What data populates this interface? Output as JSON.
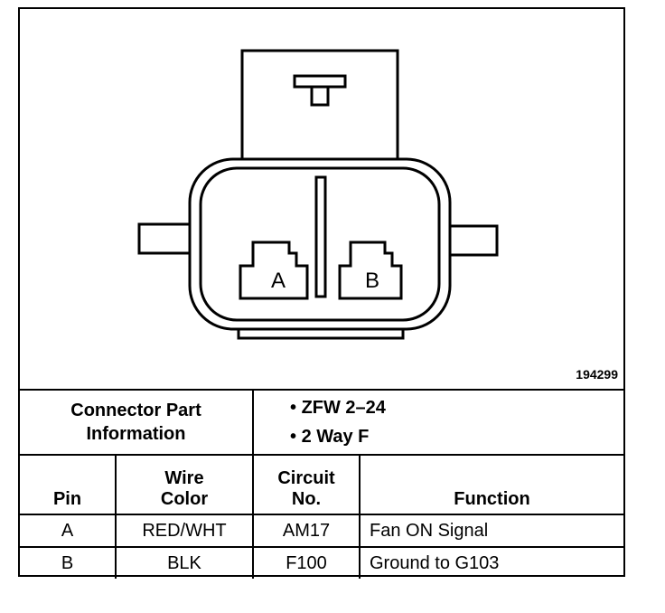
{
  "figure_id": "194299",
  "pins": [
    {
      "label": "A"
    },
    {
      "label": "B"
    }
  ],
  "connector_info": {
    "label_line1": "Connector Part",
    "label_line2": "Information",
    "details": [
      "ZFW 2–24",
      "2 Way F"
    ]
  },
  "headers": {
    "pin": "Pin",
    "wire_color_line1": "Wire",
    "wire_color_line2": "Color",
    "circuit_line1": "Circuit",
    "circuit_line2": "No.",
    "function": "Function"
  },
  "rows": [
    {
      "pin": "A",
      "wire_color": "RED/WHT",
      "circuit": "AM17",
      "function": "Fan ON Signal"
    },
    {
      "pin": "B",
      "wire_color": "BLK",
      "circuit": "F100",
      "function": "Ground to G103"
    }
  ]
}
